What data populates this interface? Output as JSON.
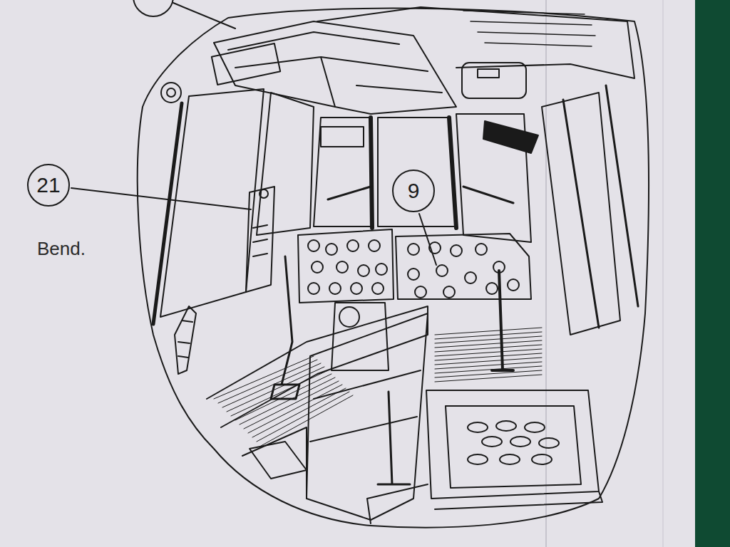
{
  "diagram": {
    "nodes": [
      {
        "text": [
          "21"
        ]
      },
      {
        "text": [
          "9"
        ]
      }
    ],
    "labels": [
      "Bend."
    ]
  }
}
